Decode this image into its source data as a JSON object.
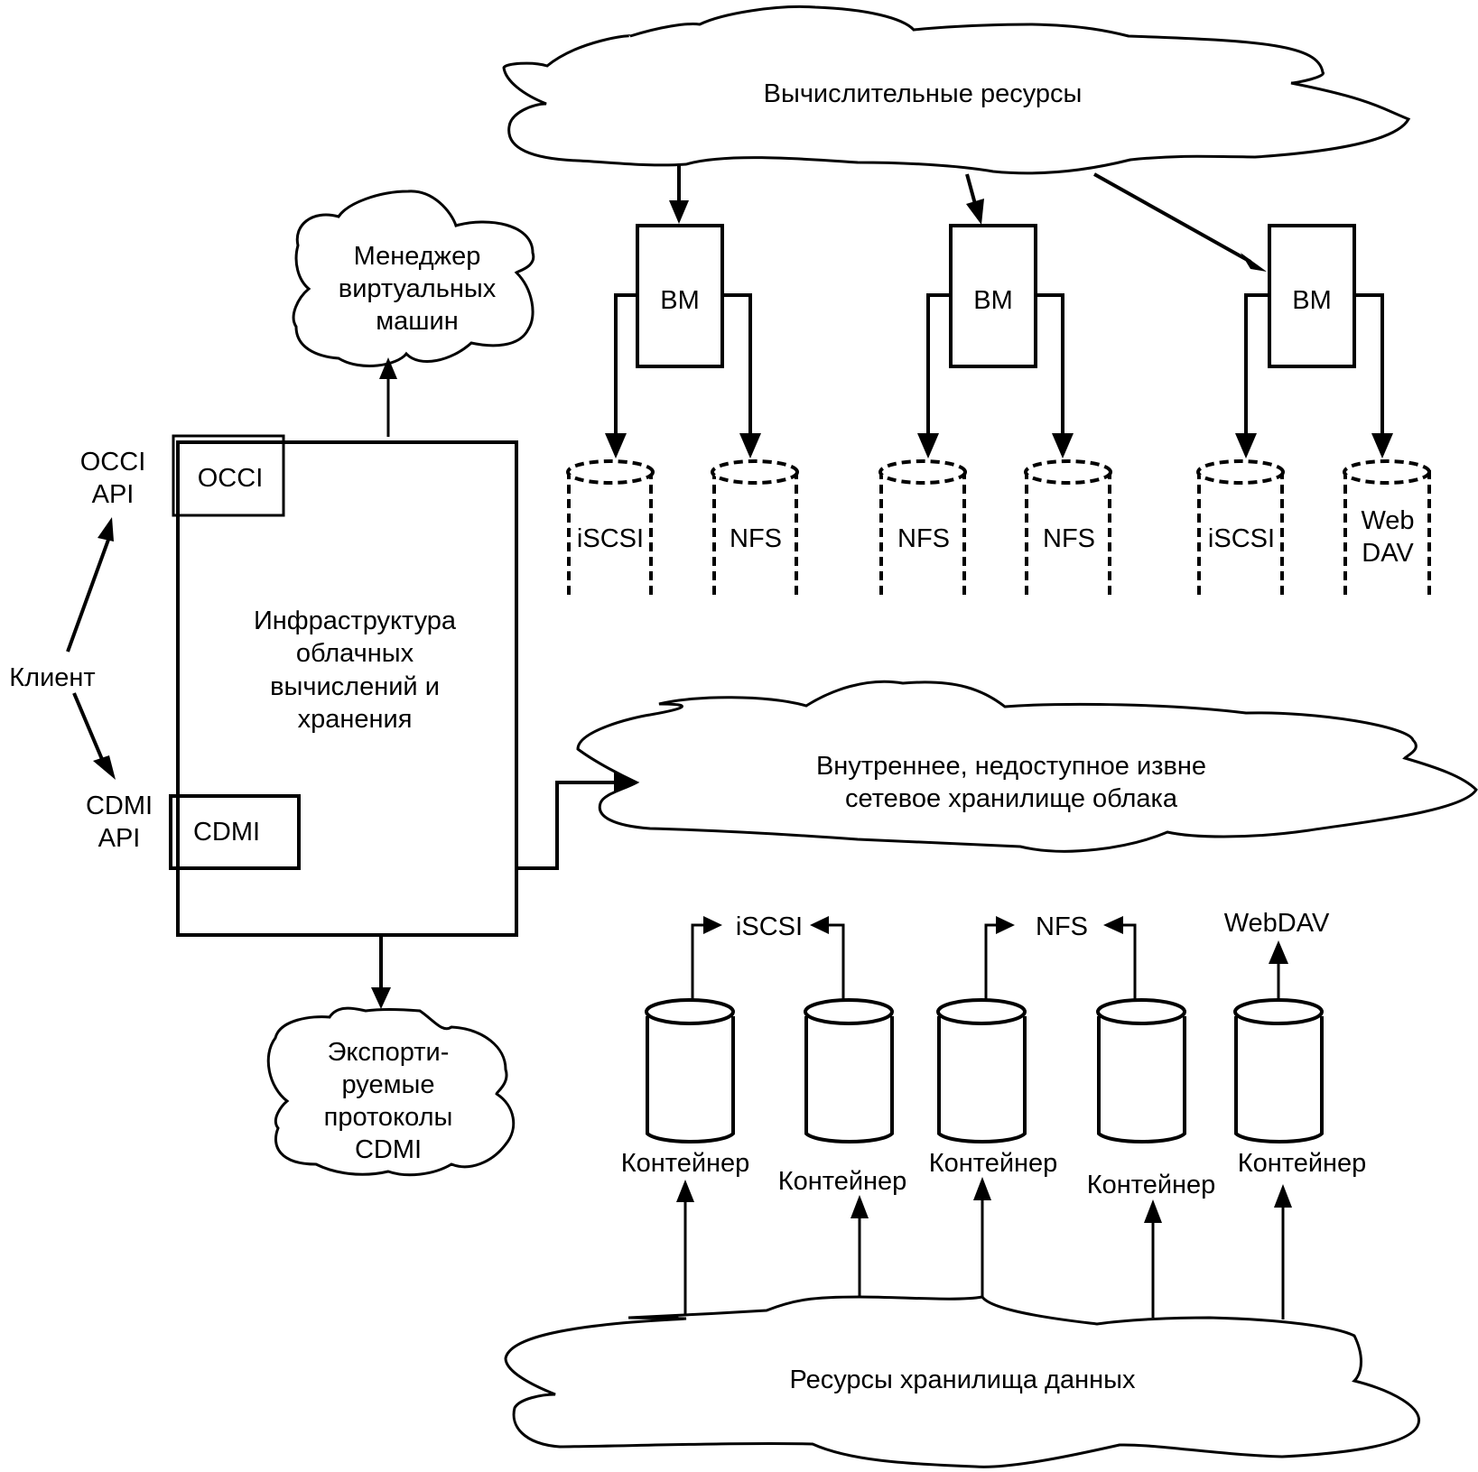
{
  "diagram": {
    "compute_cloud": {
      "label": "Вычислительные ресурсы"
    },
    "vm_manager_cloud": {
      "lines": [
        "Менеджер",
        "виртуальных",
        "машин"
      ]
    },
    "infrastructure_box": {
      "lines": [
        "Инфраструктура",
        "облачных",
        "вычислений и",
        "хранения"
      ],
      "occi_port": "OCCI",
      "cdmi_port": "CDMI"
    },
    "client": {
      "label": "Клиент",
      "occi_api": [
        "OCCI",
        "API"
      ],
      "cdmi_api": [
        "CDMI",
        "API"
      ]
    },
    "internal_storage_cloud": {
      "lines": [
        "Внутреннее, недоступное извне",
        "сетевое хранилище облака"
      ]
    },
    "exported_protocols_cloud": {
      "lines": [
        "Экспорти-",
        "руемые",
        "протоколы",
        "CDMI"
      ]
    },
    "storage_resources_cloud": {
      "label": "Ресурсы хранилища данных"
    },
    "virtual_machines": [
      {
        "label": "ВМ",
        "disks": [
          {
            "lines": [
              "iSCSI"
            ]
          },
          {
            "lines": [
              "NFS"
            ]
          }
        ]
      },
      {
        "label": "ВМ",
        "disks": [
          {
            "lines": [
              "NFS"
            ]
          },
          {
            "lines": [
              "NFS"
            ]
          }
        ]
      },
      {
        "label": "ВМ",
        "disks": [
          {
            "lines": [
              "iSCSI"
            ]
          },
          {
            "lines": [
              "Web",
              "DAV"
            ]
          }
        ]
      }
    ],
    "export_protocols": [
      "iSCSI",
      "NFS",
      "WebDAV"
    ],
    "containers": [
      {
        "label": "Контейнер"
      },
      {
        "label": "Контейнер"
      },
      {
        "label": "Контейнер"
      },
      {
        "label": "Контейнер"
      },
      {
        "label": "Контейнер"
      }
    ]
  }
}
